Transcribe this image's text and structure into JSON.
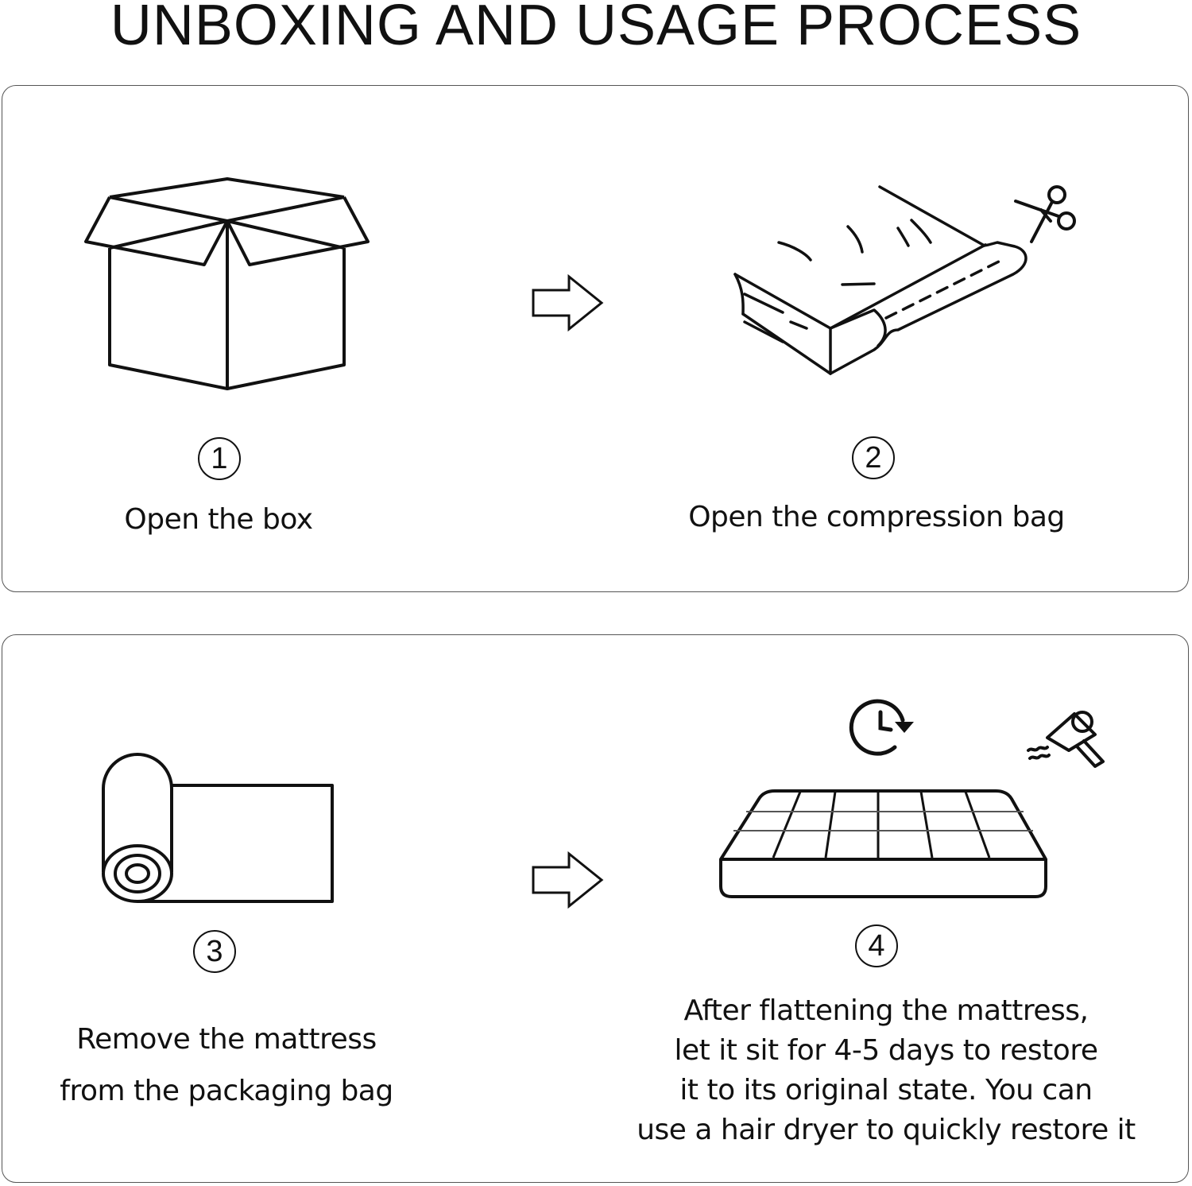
{
  "title": "UNBOXING AND USAGE PROCESS",
  "steps": [
    {
      "number": "1",
      "caption": "Open the box"
    },
    {
      "number": "2",
      "caption": "Open the compression bag"
    },
    {
      "number": "3",
      "caption_lines": [
        "Remove the mattress",
        "from the packaging bag"
      ]
    },
    {
      "number": "4",
      "caption_lines": [
        "After flattening the mattress,",
        "let it sit for 4-5 days to restore",
        "it to its original state. You can",
        "use a hair dryer to quickly restore it"
      ]
    }
  ],
  "icons": [
    "box-icon",
    "arrow-right-icon",
    "compression-bag-icon",
    "scissors-icon",
    "rolled-mattress-icon",
    "clock-icon",
    "hair-dryer-icon",
    "mattress-icon"
  ],
  "colors": {
    "stroke": "#111111",
    "border": "#555555",
    "background": "#ffffff"
  }
}
